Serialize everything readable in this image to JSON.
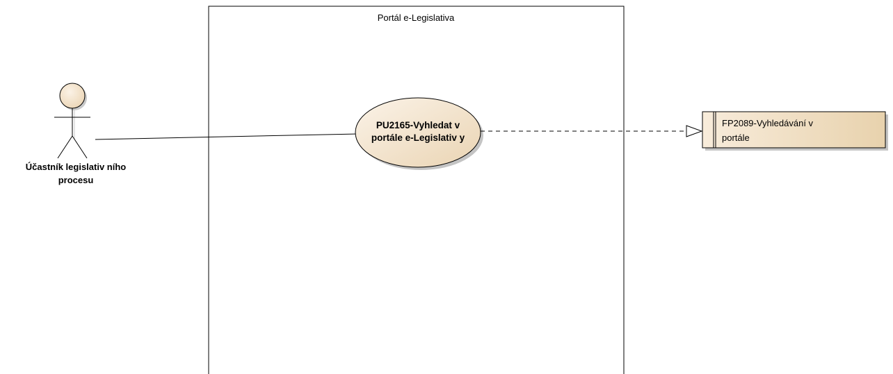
{
  "system_boundary": {
    "title": "Portál e-Legislativa"
  },
  "actor": {
    "name_line1": "Účastník legislativ ního",
    "name_line2": "procesu",
    "icon": "stick-figure-actor-icon"
  },
  "use_case": {
    "line1": "PU2165-Vyhledat v",
    "line2": "portále e-Legislativ y"
  },
  "feature": {
    "line1": "FP2089-Vyhledávání v",
    "line2": "portále",
    "icon": "requirement-feature-icon"
  },
  "colors": {
    "element_fill": "#f5e8d4",
    "element_fill_dark": "#e9d2ad",
    "line": "#000000",
    "shadow": "#c0c0c0"
  }
}
